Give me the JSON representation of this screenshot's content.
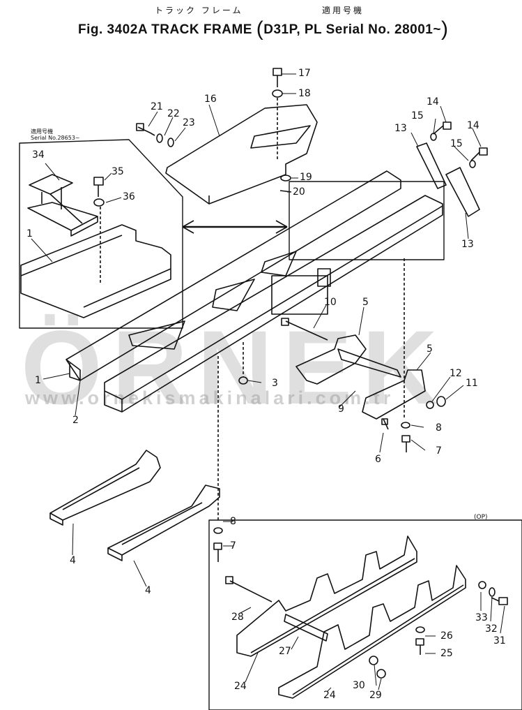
{
  "title": {
    "jp_name": "トラック フレーム",
    "jp_applicable": "適用号機",
    "figure": "Fig. 3402A",
    "name": "TRACK FRAME",
    "serial": "D31P, PL Serial No. 28001~"
  },
  "inset": {
    "jp_label": "適用号機",
    "serial_label": "Serial No.28653~"
  },
  "op_label": "(OP)",
  "watermark": {
    "brand": "ÖRNEK",
    "url": "www.ornekismakinalari.com.tr"
  },
  "callouts": [
    {
      "id": "c17",
      "text": "17"
    },
    {
      "id": "c18",
      "text": "18"
    },
    {
      "id": "c16",
      "text": "16"
    },
    {
      "id": "c21",
      "text": "21"
    },
    {
      "id": "c22",
      "text": "22"
    },
    {
      "id": "c23",
      "text": "23"
    },
    {
      "id": "c19",
      "text": "19"
    },
    {
      "id": "c20",
      "text": "20"
    },
    {
      "id": "c34",
      "text": "34"
    },
    {
      "id": "c35",
      "text": "35"
    },
    {
      "id": "c36",
      "text": "36"
    },
    {
      "id": "c1a",
      "text": "1"
    },
    {
      "id": "c13a",
      "text": "13"
    },
    {
      "id": "c15a",
      "text": "15"
    },
    {
      "id": "c14a",
      "text": "14"
    },
    {
      "id": "c14b",
      "text": "14"
    },
    {
      "id": "c15b",
      "text": "15"
    },
    {
      "id": "c13b",
      "text": "13"
    },
    {
      "id": "c10",
      "text": "10"
    },
    {
      "id": "c5a",
      "text": "5"
    },
    {
      "id": "c5b",
      "text": "5"
    },
    {
      "id": "c12",
      "text": "12"
    },
    {
      "id": "c11",
      "text": "11"
    },
    {
      "id": "c3",
      "text": "3"
    },
    {
      "id": "c9",
      "text": "9"
    },
    {
      "id": "c8a",
      "text": "8"
    },
    {
      "id": "c6",
      "text": "6"
    },
    {
      "id": "c7a",
      "text": "7"
    },
    {
      "id": "c1b",
      "text": "1"
    },
    {
      "id": "c2",
      "text": "2"
    },
    {
      "id": "c4a",
      "text": "4"
    },
    {
      "id": "c4b",
      "text": "4"
    },
    {
      "id": "c8b",
      "text": "8"
    },
    {
      "id": "c7b",
      "text": "7"
    },
    {
      "id": "c28",
      "text": "28"
    },
    {
      "id": "c33",
      "text": "33"
    },
    {
      "id": "c32",
      "text": "32"
    },
    {
      "id": "c31",
      "text": "31"
    },
    {
      "id": "c26",
      "text": "26"
    },
    {
      "id": "c27",
      "text": "27"
    },
    {
      "id": "c25",
      "text": "25"
    },
    {
      "id": "c24a",
      "text": "24"
    },
    {
      "id": "c24b",
      "text": "24"
    },
    {
      "id": "c30",
      "text": "30"
    },
    {
      "id": "c29",
      "text": "29"
    }
  ]
}
